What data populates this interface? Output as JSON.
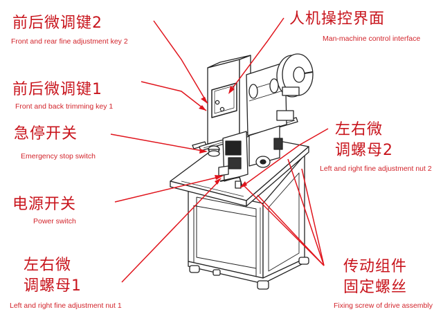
{
  "labels": {
    "fine_key_2": {
      "zh": "前后微调键2",
      "en": "Front and rear fine adjustment key 2"
    },
    "fine_key_1": {
      "zh": "前后微调键1",
      "en": "Front and back trimming key 1"
    },
    "emergency_stop": {
      "zh": "急停开关",
      "en": "Emergency stop switch"
    },
    "power_switch": {
      "zh": "电源开关",
      "en": "Power switch"
    },
    "nut_1": {
      "zh_line1": "左右微",
      "zh_line2": "调螺母1",
      "en": "Left and right fine adjustment nut 1"
    },
    "hmi": {
      "zh": "人机操控界面",
      "en": "Man-machine control interface"
    },
    "nut_2": {
      "zh_line1": "左右微",
      "zh_line2": "调螺母2",
      "en": "Left and right fine adjustment nut 2"
    },
    "drive_screw": {
      "zh_line1": "传动组件",
      "zh_line2": "固定螺丝",
      "en": "Fixing screw of drive assembly"
    }
  },
  "colors": {
    "label_red": "#c8141c",
    "leader_red": "#e0141c",
    "line_art": "#222222"
  }
}
